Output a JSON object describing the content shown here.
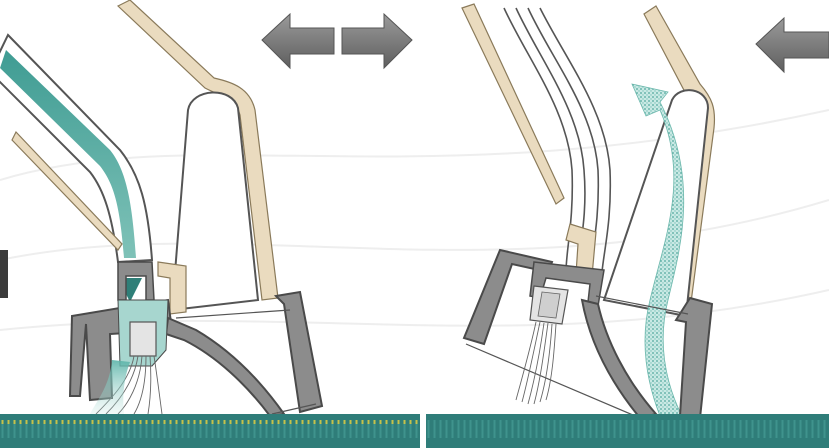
{
  "diagram": {
    "panels": [
      {
        "id": "left",
        "arrows": [
          "arrow-left-icon",
          "arrow-right-icon"
        ],
        "flow": "downward-airflow"
      },
      {
        "id": "right",
        "arrows": [
          "arrow-left-icon"
        ],
        "flow": "upward-dust-flow"
      }
    ],
    "colors": {
      "background": "#ffffff",
      "housing_gray": "#8c8c8c",
      "housing_outline": "#4a4a4a",
      "beige_tube": "#eadbbf",
      "teal_flow": "#3f9c93",
      "teal_light": "#a7d6cf",
      "carpet_base": "#2f7d79",
      "carpet_fiber": "#c7c24a",
      "arrow_gray": "#777777"
    }
  }
}
